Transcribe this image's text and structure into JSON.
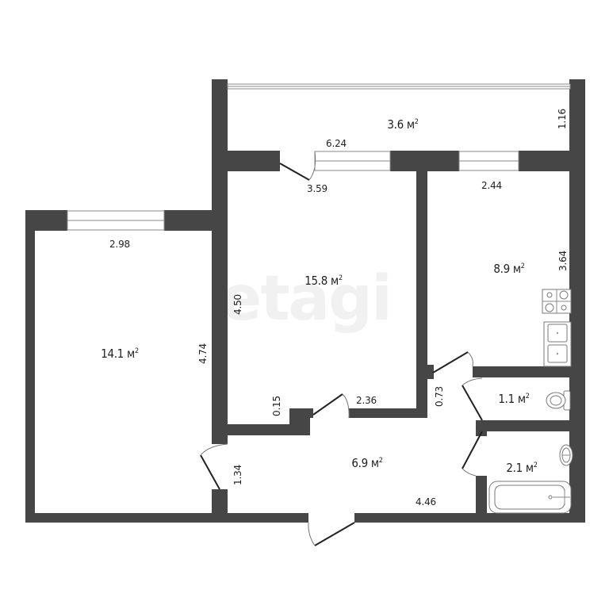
{
  "floorplan": {
    "watermark": "etagi",
    "unit": "м",
    "rooms": [
      {
        "id": "balcony",
        "area": "3.6",
        "unit_label": "м",
        "sup": "2"
      },
      {
        "id": "living-room",
        "area": "15.8",
        "unit_label": "м",
        "sup": "2"
      },
      {
        "id": "kitchen",
        "area": "8.9",
        "unit_label": "м",
        "sup": "2"
      },
      {
        "id": "bedroom",
        "area": "14.1",
        "unit_label": "м",
        "sup": "2"
      },
      {
        "id": "hallway",
        "area": "6.9",
        "unit_label": "м",
        "sup": "2"
      },
      {
        "id": "toilet",
        "area": "1.1",
        "unit_label": "м",
        "sup": "2"
      },
      {
        "id": "bathroom",
        "area": "2.1",
        "unit_label": "м",
        "sup": "2"
      }
    ],
    "dimensions": {
      "balcony_height": "1.16",
      "balcony_width": "6.24",
      "living_top": "3.59",
      "living_side": "4.50",
      "living_bottom_step": "0.15",
      "living_bottom": "2.36",
      "kitchen_top": "2.44",
      "kitchen_side": "3.64",
      "bedroom_top": "2.98",
      "bedroom_side": "4.74",
      "hallway_entry": "1.34",
      "hallway_bottom": "4.46",
      "hallway_side": "0.73"
    },
    "colors": {
      "wall": "#464646",
      "background": "#ffffff",
      "text": "#222222",
      "watermark": "#f1f1f1"
    }
  }
}
